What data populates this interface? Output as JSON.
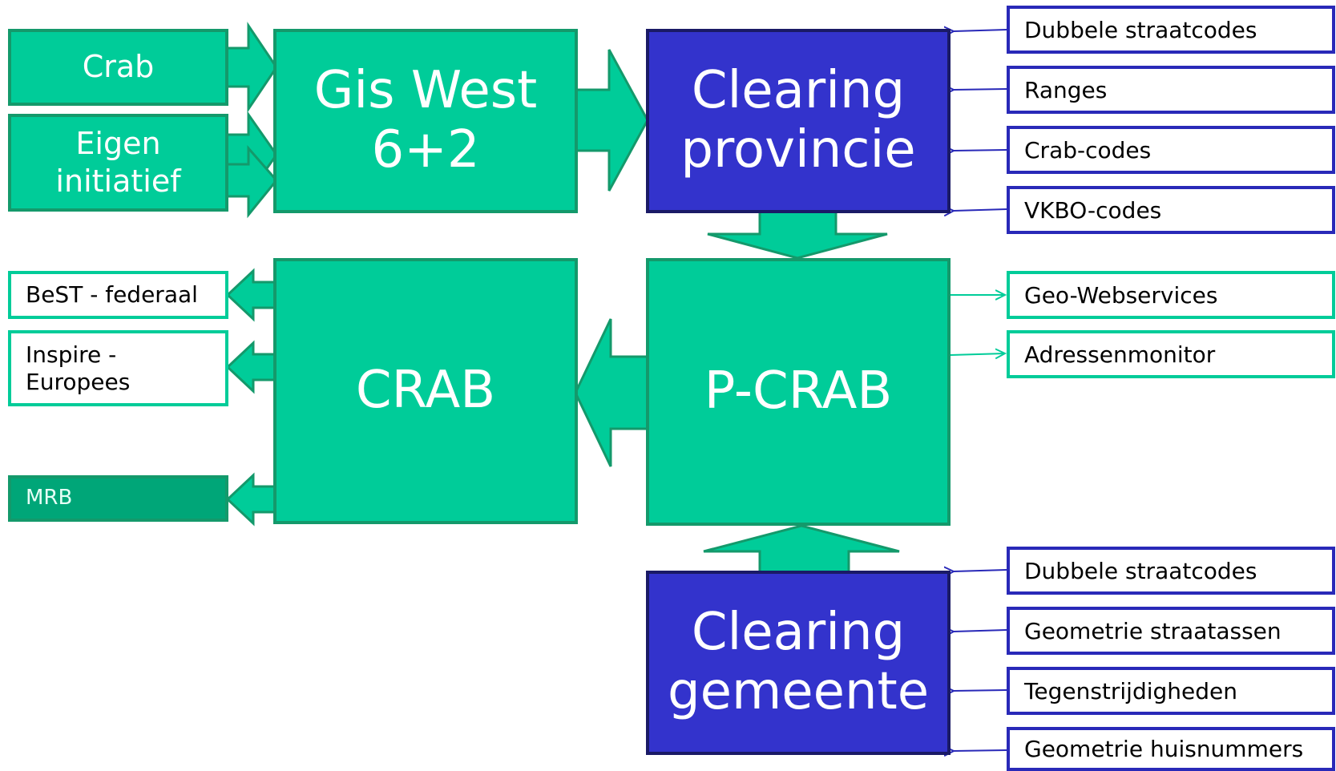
{
  "sources": {
    "crab": "Crab",
    "eigen": "Eigen\ninitiatief"
  },
  "nodes": {
    "gis_west": "Gis West\n6+2",
    "clearing_provincie": "Clearing\nprovincie",
    "crab": "CRAB",
    "p_crab": "P-CRAB",
    "clearing_gemeente": "Clearing\ngemeente"
  },
  "outputs": {
    "best": "BeST - federaal",
    "inspire": "Inspire -\nEuropees",
    "mrb": "MRB"
  },
  "provincie_checks": [
    "Dubbele straatcodes",
    "Ranges",
    "Crab-codes",
    "VKBO-codes"
  ],
  "pcrab_services": [
    "Geo-Webservices",
    "Adressenmonitor"
  ],
  "gemeente_checks": [
    "Dubbele straatcodes",
    "Geometrie straatassen",
    "Tegenstrijdigheden",
    "Geometrie huisnummers"
  ],
  "colors": {
    "green": "#00cc99",
    "green_border": "#14996b",
    "blue": "#3333cc",
    "blue_border": "#1a1a66",
    "connector_blue": "#2929b8"
  }
}
